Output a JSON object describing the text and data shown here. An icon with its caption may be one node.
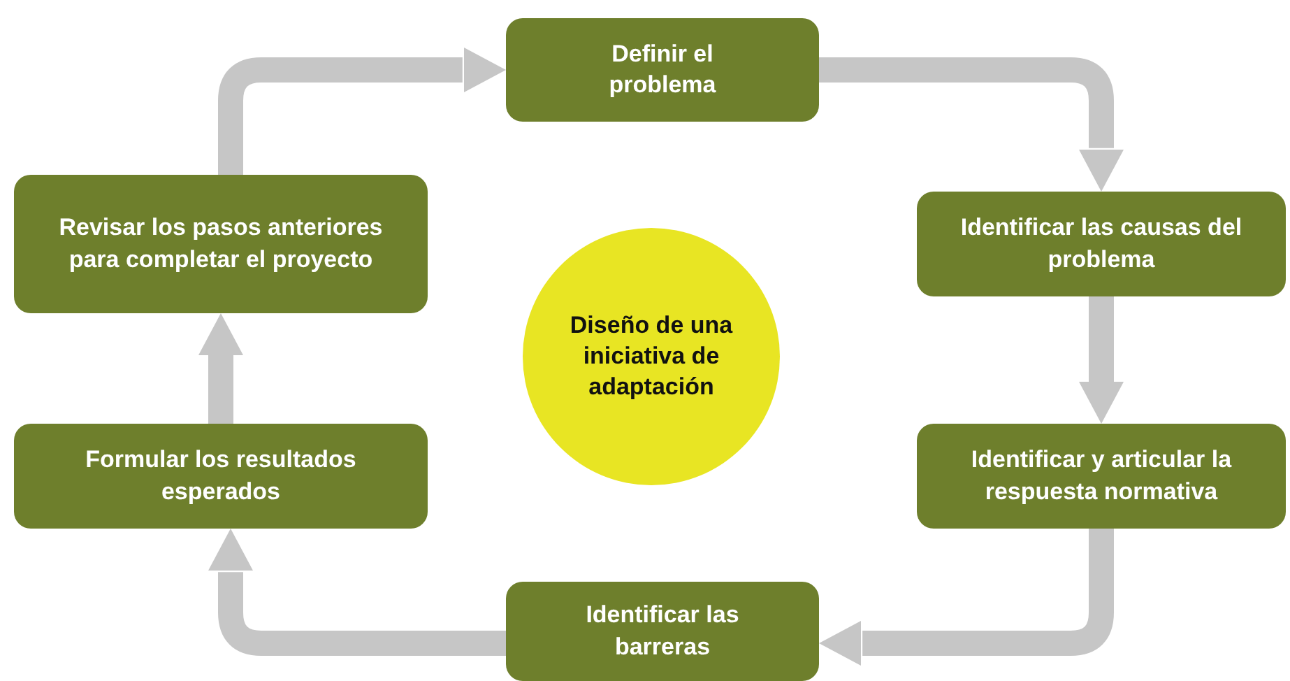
{
  "diagram": {
    "nodes": [
      {
        "text": [
          "Definir el problema"
        ]
      },
      {
        "text": [
          "Identificar las causas del problema"
        ]
      },
      {
        "text": [
          "Identificar y articular la respuesta normativa"
        ]
      },
      {
        "text": [
          "Identificar las barreras"
        ]
      },
      {
        "text": [
          "Formular los resultados esperados"
        ]
      },
      {
        "text": [
          "Revisar los pasos anteriores para completar el proyecto"
        ]
      },
      {
        "text": [
          "Diseño de una iniciativa de adaptación"
        ]
      }
    ],
    "edges": [
      {
        "from": 0,
        "to": 1,
        "arrow": "to"
      },
      {
        "from": 1,
        "to": 2,
        "arrow": "to"
      },
      {
        "from": 2,
        "to": 3,
        "arrow": "to"
      },
      {
        "from": 3,
        "to": 4,
        "arrow": "to"
      },
      {
        "from": 4,
        "to": 5,
        "arrow": "to"
      },
      {
        "from": 5,
        "to": 0,
        "arrow": "to"
      }
    ]
  }
}
